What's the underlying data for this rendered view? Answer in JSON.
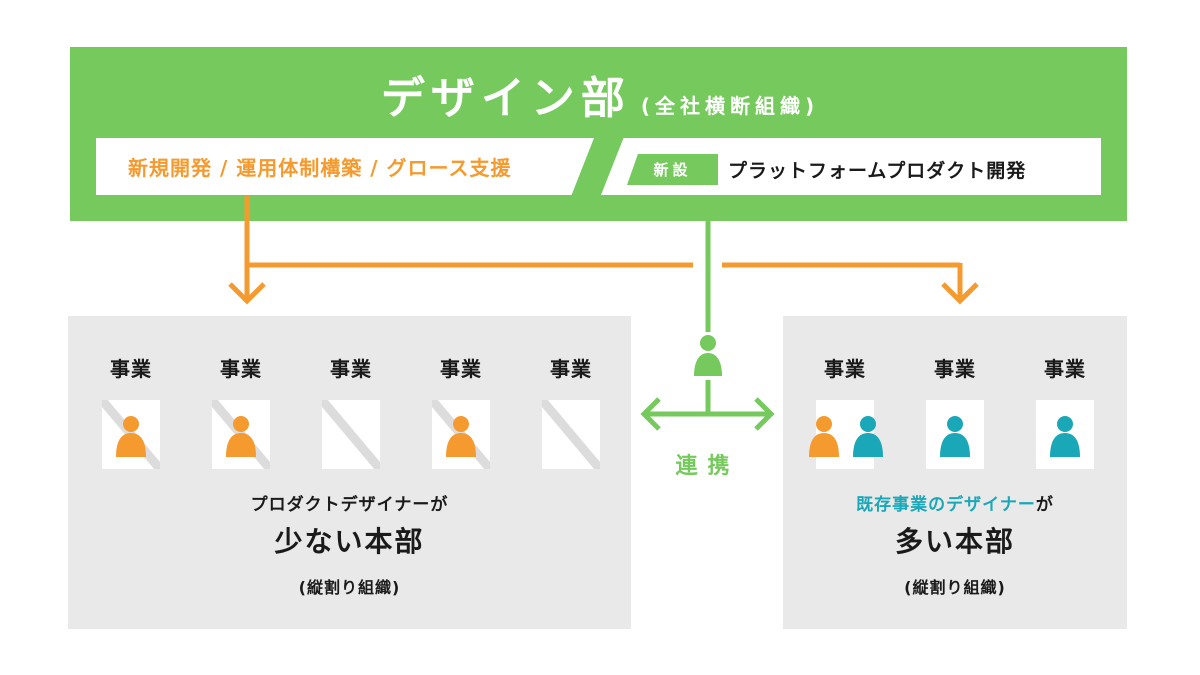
{
  "department": {
    "title": "デザイン部",
    "subtitle": "(全社横断組織)",
    "services": "新規開発 / 運用体制構築 / グロース支援",
    "new_badge": "新設",
    "platform": "プラットフォームプロダクト開発"
  },
  "left_panel": {
    "business_label": "事業",
    "slots": [
      "orange",
      "orange",
      "empty",
      "orange",
      "empty"
    ],
    "caption_line1": "プロダクトデザイナーが",
    "caption_line2": "少ない本部",
    "caption_line3": "(縦割り組織)"
  },
  "right_panel": {
    "business_label": "事業",
    "slots": [
      "orange+teal",
      "teal",
      "teal"
    ],
    "caption_line1_highlight": "既存事業のデザイナー",
    "caption_line1_rest": "が",
    "caption_line2": "多い本部",
    "caption_line3": "(縦割り組織)"
  },
  "cooperation_label": "連携",
  "colors": {
    "green": "#76c95d",
    "orange": "#f59a2f",
    "teal": "#1aa7b8",
    "panel_gray": "#e9e9e9"
  },
  "icons": [
    "person-icon",
    "arrow-down-icon",
    "double-arrow-icon"
  ]
}
